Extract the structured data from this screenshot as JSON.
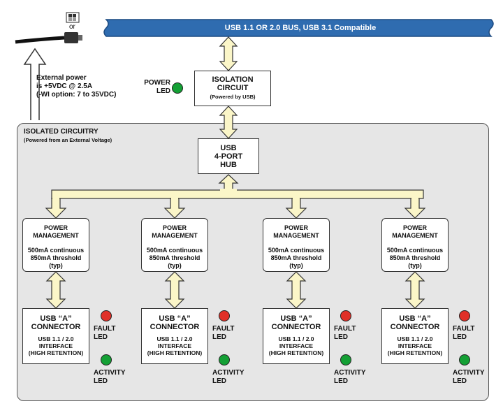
{
  "bus": {
    "label": "USB 1.1 OR 2.0 BUS, USB 3.1 Compatible",
    "color": "#2f6cb0"
  },
  "power_input": {
    "or_label": "or",
    "note_line1": "External power",
    "note_line2": "is +5VDC @ 2.5A",
    "note_line3": "(-WI option: 7 to 35VDC)"
  },
  "power_led": {
    "line1": "POWER",
    "line2": "LED",
    "color": "#14a035"
  },
  "isolation": {
    "line1": "ISOLATION",
    "line2": "CIRCUIT",
    "sub": "(Powered by USB)"
  },
  "isolated_region": {
    "title": "ISOLATED CIRCUITRY",
    "subtitle": "(Powered from an External Voltage)",
    "fill": "#e6e6e6"
  },
  "hub": {
    "line1": "USB",
    "line2": "4-PORT",
    "line3": "HUB"
  },
  "arrow_fill": "#fbf6c8",
  "ports": [
    {
      "pm": {
        "line1": "POWER",
        "line2": "MANAGEMENT",
        "body1": "500mA continuous",
        "body2": "850mA threshold",
        "body3": "(typ)"
      },
      "connector": {
        "line1": "USB “A”",
        "line2": "CONNECTOR",
        "body1": "USB 1.1 / 2.0",
        "body2": "INTERFACE",
        "body3": "(HIGH RETENTION)"
      },
      "fault_led": {
        "line1": "FAULT",
        "line2": "LED",
        "color": "#e03028"
      },
      "activity_led": {
        "line1": "ACTIVITY",
        "line2": "LED",
        "color": "#14a035"
      }
    },
    {
      "pm": {
        "line1": "POWER",
        "line2": "MANAGEMENT",
        "body1": "500mA continuous",
        "body2": "850mA threshold",
        "body3": "(typ)"
      },
      "connector": {
        "line1": "USB “A”",
        "line2": "CONNECTOR",
        "body1": "USB 1.1 / 2.0",
        "body2": "INTERFACE",
        "body3": "(HIGH RETENTION)"
      },
      "fault_led": {
        "line1": "FAULT",
        "line2": "LED",
        "color": "#e03028"
      },
      "activity_led": {
        "line1": "ACTIVITY",
        "line2": "LED",
        "color": "#14a035"
      }
    },
    {
      "pm": {
        "line1": "POWER",
        "line2": "MANAGEMENT",
        "body1": "500mA continuous",
        "body2": "850mA threshold",
        "body3": "(typ)"
      },
      "connector": {
        "line1": "USB “A”",
        "line2": "CONNECTOR",
        "body1": "USB 1.1 / 2.0",
        "body2": "INTERFACE",
        "body3": "(HIGH RETENTION)"
      },
      "fault_led": {
        "line1": "FAULT",
        "line2": "LED",
        "color": "#e03028"
      },
      "activity_led": {
        "line1": "ACTIVITY",
        "line2": "LED",
        "color": "#14a035"
      }
    },
    {
      "pm": {
        "line1": "POWER",
        "line2": "MANAGEMENT",
        "body1": "500mA continuous",
        "body2": "850mA threshold",
        "body3": "(typ)"
      },
      "connector": {
        "line1": "USB “A”",
        "line2": "CONNECTOR",
        "body1": "USB 1.1 / 2.0",
        "body2": "INTERFACE",
        "body3": "(HIGH RETENTION)"
      },
      "fault_led": {
        "line1": "FAULT",
        "line2": "LED",
        "color": "#e03028"
      },
      "activity_led": {
        "line1": "ACTIVITY",
        "line2": "LED",
        "color": "#14a035"
      }
    }
  ]
}
